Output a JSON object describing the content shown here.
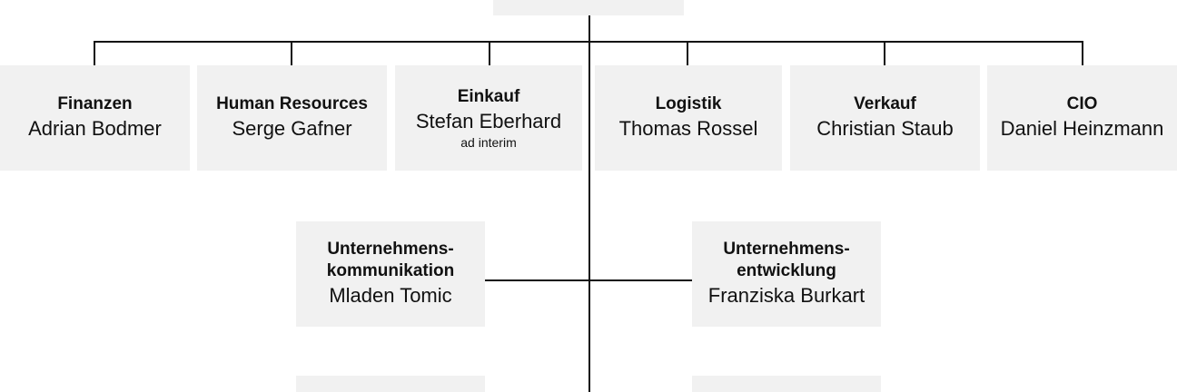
{
  "departments": [
    {
      "title": "Finanzen",
      "name": "Adrian Bodmer"
    },
    {
      "title": "Human Resources",
      "name": "Serge Gafner"
    },
    {
      "title": "Einkauf",
      "name": "Stefan Eberhard",
      "note": "ad interim"
    },
    {
      "title": "Logistik",
      "name": "Thomas Rossel"
    },
    {
      "title": "Verkauf",
      "name": "Christian Staub"
    },
    {
      "title": "CIO",
      "name": "Daniel Heinzmann"
    }
  ],
  "staff": [
    {
      "title_line1": "Unternehmens-",
      "title_line2": "kommunikation",
      "name": "Mladen Tomic"
    },
    {
      "title_line1": "Unternehmens-",
      "title_line2": "entwicklung",
      "name": "Franziska Burkart"
    }
  ]
}
